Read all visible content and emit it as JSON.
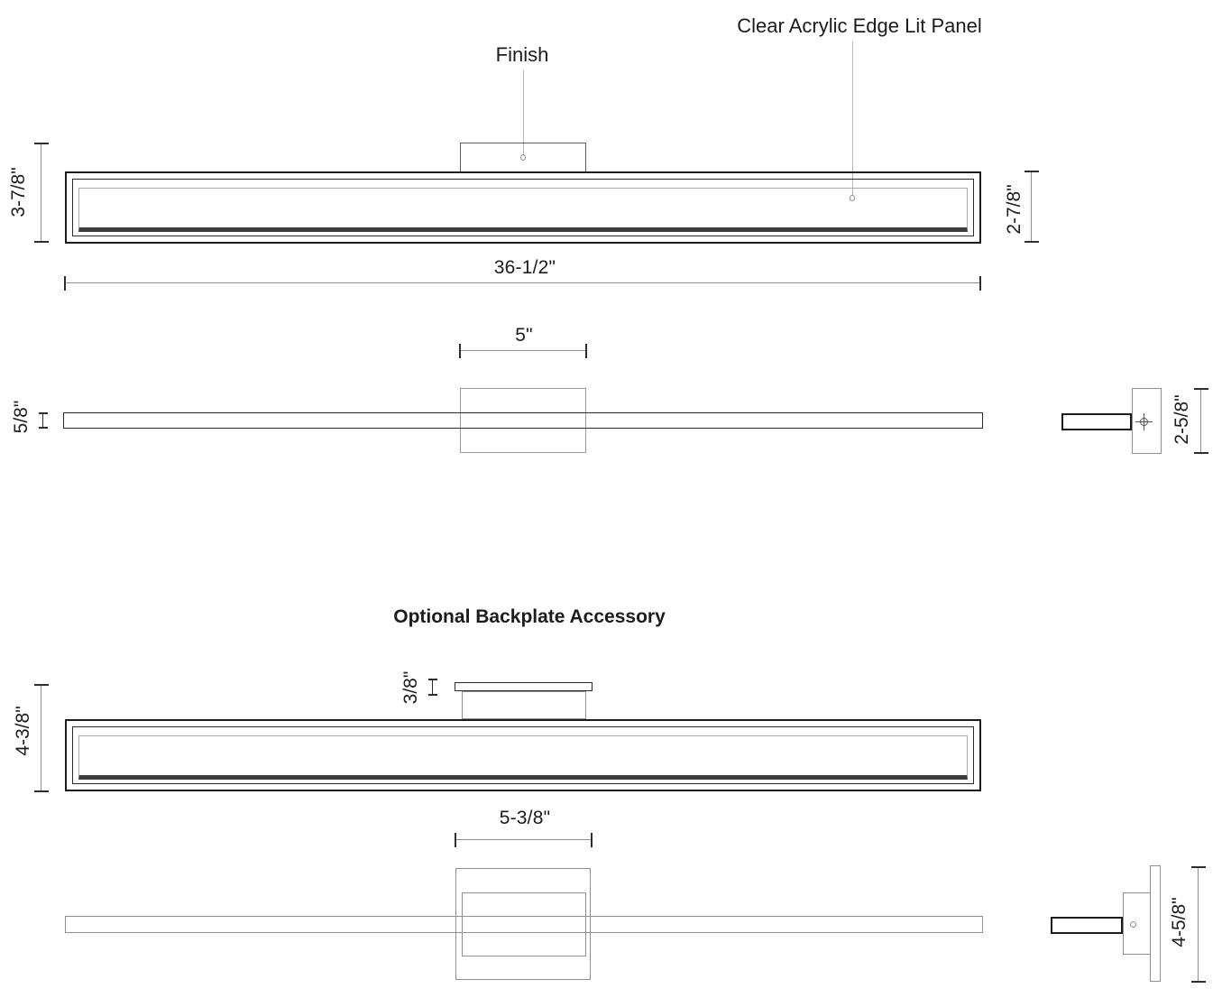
{
  "page": {
    "title": "Optional Backplate Accessory"
  },
  "callouts": {
    "finish": "Finish",
    "acrylic_panel": "Clear Acrylic Edge Lit Panel"
  },
  "standard": {
    "front": {
      "overall_height": "3-7/8\"",
      "body_height": "2-7/8\"",
      "width": "36-1/2\""
    },
    "top": {
      "canopy_width": "5\"",
      "fixture_depth": "5/8\""
    },
    "side": {
      "canopy_height": "2-5/8\""
    }
  },
  "backplate": {
    "front": {
      "overall_height": "4-3/8\"",
      "plate_thickness": "3/8\""
    },
    "top": {
      "plate_width": "5-3/8\""
    },
    "side": {
      "plate_height": "4-5/8\""
    }
  },
  "colors": {
    "ink": "#1c1c1c",
    "dim_line": "#8f8f8f",
    "leader": "#b5b5b5",
    "background": "#ffffff"
  }
}
